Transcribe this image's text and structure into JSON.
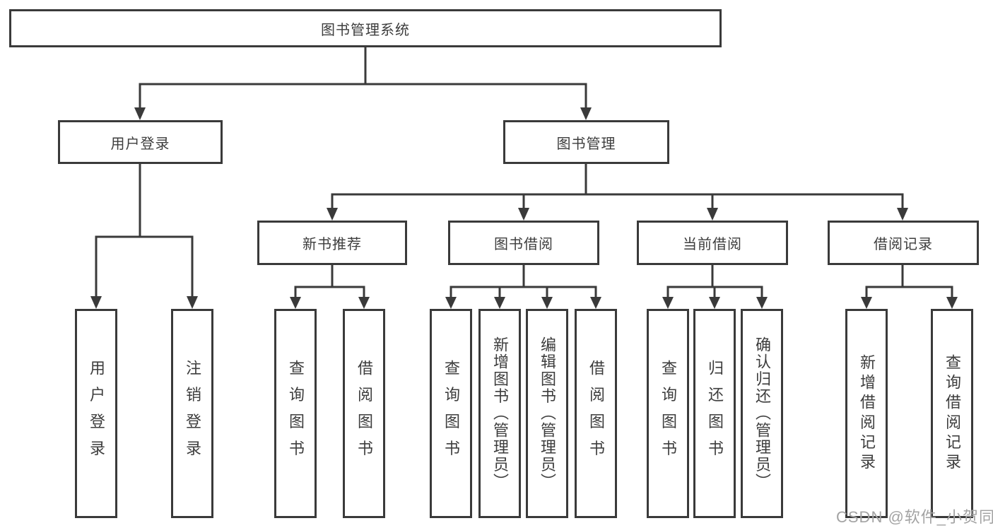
{
  "nodes": {
    "root": {
      "label": "图书管理系统"
    },
    "level2": {
      "user_login": {
        "label": "用户登录"
      },
      "book_mgmt": {
        "label": "图书管理"
      }
    },
    "level3": {
      "new_book_rec": {
        "label": "新书推荐"
      },
      "book_borrow": {
        "label": "图书借阅"
      },
      "current_borrow": {
        "label": "当前借阅"
      },
      "borrow_records": {
        "label": "借阅记录"
      }
    },
    "leaves": [
      {
        "label": "用户登录"
      },
      {
        "label": "注销登录"
      },
      {
        "label": "查询图书"
      },
      {
        "label": "借阅图书"
      },
      {
        "label": "查询图书"
      },
      {
        "label": "新增图书（管理员）"
      },
      {
        "label": "编辑图书（管理员）"
      },
      {
        "label": "借阅图书"
      },
      {
        "label": "查询图书"
      },
      {
        "label": "归还图书"
      },
      {
        "label": "确认归还（管理员）"
      },
      {
        "label": "新增借阅记录"
      },
      {
        "label": "查询借阅记录"
      }
    ]
  },
  "watermark": {
    "text": "CSDN @软件_小贺同学"
  },
  "colors": {
    "line": "#3a3a3a",
    "text": "#3d3d3d",
    "watermark": "#a3a3a3",
    "background": "#ffffff"
  }
}
